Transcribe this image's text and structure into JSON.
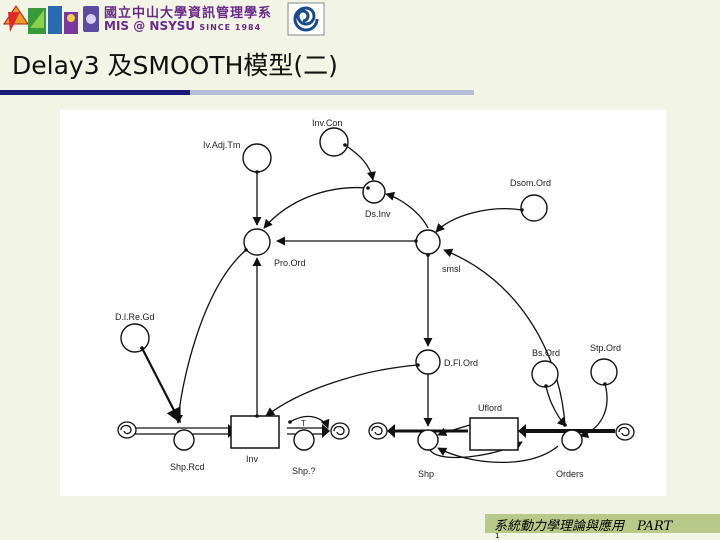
{
  "header": {
    "logo_line1": "國立中山大學資訊管理學系",
    "logo_line2": "MIS @ NSYSU",
    "logo_since": "SINCE 1984"
  },
  "slide": {
    "title": "Delay3 及SMOOTH模型(二)"
  },
  "diagram": {
    "labels": {
      "inv_con": "Inv.Con",
      "iv_adj_tm": "Iv.Adj.Tm",
      "ds_inv": "Ds.Inv",
      "dsom_ord": "Dsom.Ord",
      "pro_ord": "Pro.Ord",
      "smsl": "smsl",
      "dl_re_gd": "D.l.Re.Gd",
      "dflt_ord": "D.Fl.Ord",
      "bs_ord": "Bs.Ord",
      "stp_ord": "Stp.Ord",
      "uflord": "Uflord",
      "shp_rcd": "Shp.Rcd",
      "inv": "Inv",
      "shp2": "Shp.?",
      "shp": "Shp",
      "orders": "Orders",
      "shp_marker": "T"
    }
  },
  "footer": {
    "text": "系統動力學理論與應用　PART",
    "page": "1"
  },
  "colors": {
    "background": "#f2f5e6",
    "rule_dark": "#1a1a7a",
    "rule_light": "#b7bcd6",
    "footer_band": "#b8c98a",
    "logo_purple": "#6a2a8a"
  }
}
